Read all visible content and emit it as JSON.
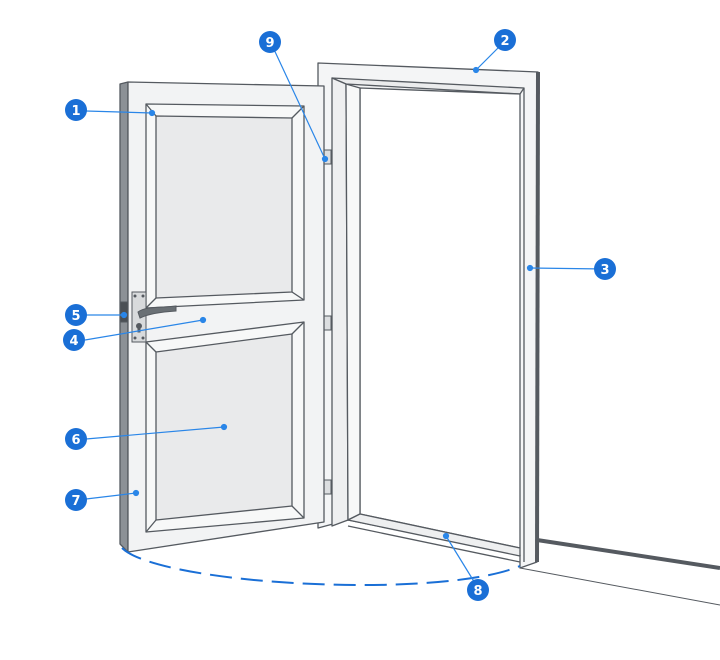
{
  "colors": {
    "badge": "#1a6fd6",
    "leader": "#2a86e8",
    "outline": "#555a60",
    "door_fill": "#f2f3f4",
    "panel_fill": "#e9eaeb",
    "wall_edge": "#555a60"
  },
  "callouts": [
    {
      "id": "1",
      "number": "1"
    },
    {
      "id": "2",
      "number": "2"
    },
    {
      "id": "3",
      "number": "3"
    },
    {
      "id": "4",
      "number": "4"
    },
    {
      "id": "5",
      "number": "5"
    },
    {
      "id": "6",
      "number": "6"
    },
    {
      "id": "7",
      "number": "7"
    },
    {
      "id": "8",
      "number": "8"
    },
    {
      "id": "9",
      "number": "9"
    }
  ]
}
